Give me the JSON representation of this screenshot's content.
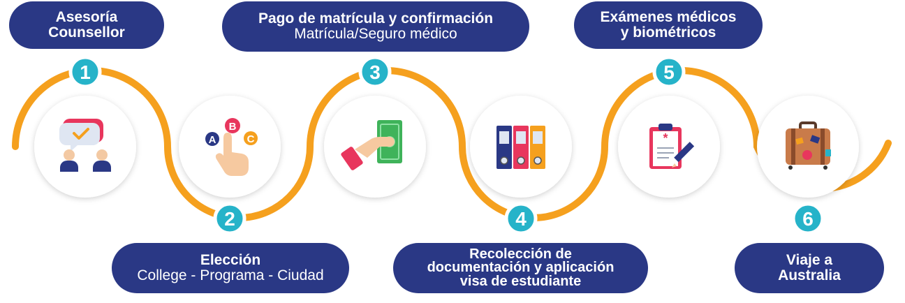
{
  "colors": {
    "navy": "#2a3885",
    "orange": "#f5a01e",
    "teal": "#26b3c9",
    "badge_ring": "#ffffff",
    "circle_fill": "#ffffff"
  },
  "steps": [
    {
      "number": "1",
      "title_lines": [
        "Asesoría",
        "Counsellor"
      ],
      "subtitle": "",
      "icon": "counselling-chat-icon"
    },
    {
      "number": "2",
      "title_lines": [
        "Elección"
      ],
      "subtitle": "College - Programa - Ciudad",
      "icon": "abc-choice-hand-icon"
    },
    {
      "number": "3",
      "title_lines": [
        "Pago de matrícula y confirmación"
      ],
      "subtitle": "Matrícula/Seguro médico",
      "icon": "payment-cash-hand-icon"
    },
    {
      "number": "4",
      "title_lines": [
        "Recolección de",
        "documentación y aplicación",
        "visa de estudiante"
      ],
      "subtitle": "",
      "icon": "document-binders-icon"
    },
    {
      "number": "5",
      "title_lines": [
        "Exámenes médicos",
        "y biométricos"
      ],
      "subtitle": "",
      "icon": "medical-clipboard-icon"
    },
    {
      "number": "6",
      "title_lines": [
        "Viaje a",
        "Australia"
      ],
      "subtitle": "",
      "icon": "travel-suitcase-icon"
    }
  ]
}
